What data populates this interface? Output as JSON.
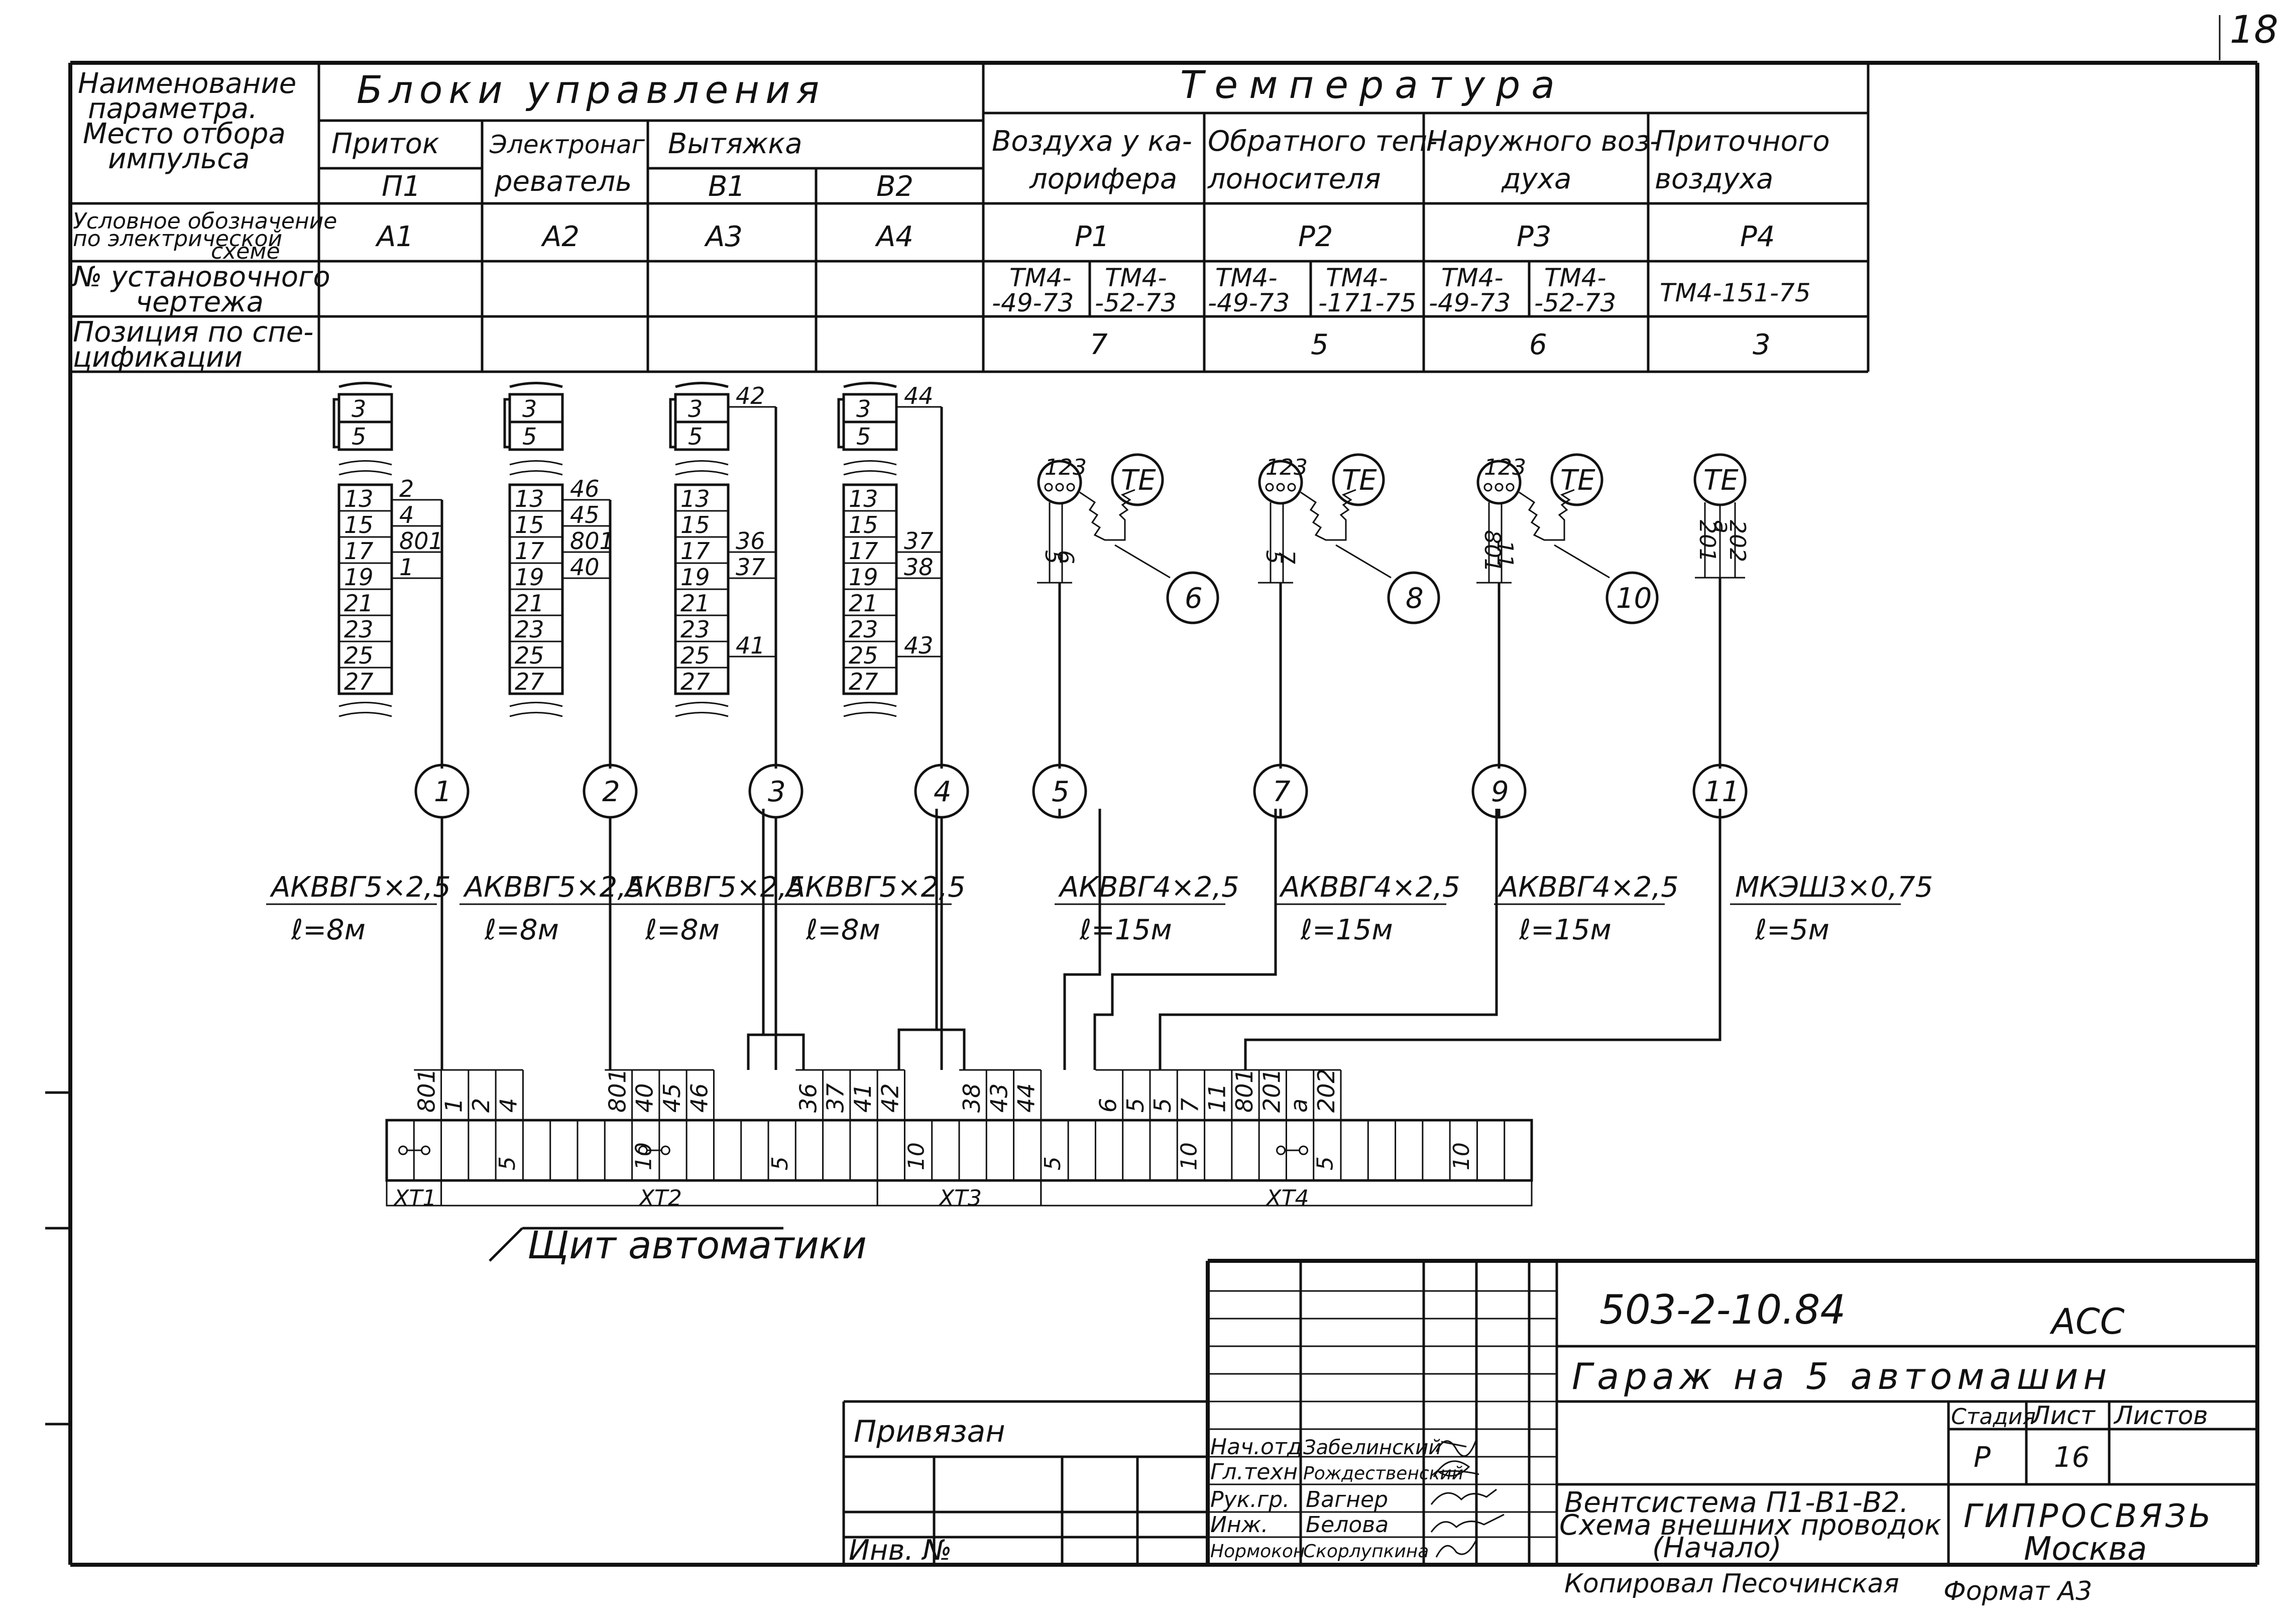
{
  "page_number": "18",
  "header_table": {
    "param_label": [
      "Наименование",
      "параметра.",
      "Место отбора",
      "импульса"
    ],
    "group_control": "Блоки управления",
    "group_temp": "Температура",
    "sub_pritok": "Приток",
    "sub_electro": [
      "Электронаг",
      "реватель"
    ],
    "sub_vytyazhka": "Вытяжка",
    "p1": "П1",
    "v1": "В1",
    "v2": "В2",
    "temp_cols": [
      [
        "Воздуха у ка-",
        "лорифера"
      ],
      [
        "Обратного теп-",
        "лоносителя"
      ],
      [
        "Наружного воз-",
        "духа"
      ],
      [
        "Приточного",
        "воздуха"
      ]
    ],
    "row_symbol_label": [
      "Условное обозначение",
      "по электрической",
      "схеме"
    ],
    "symbols": [
      "А1",
      "А2",
      "А3",
      "А4",
      "Р1",
      "Р2",
      "Р3",
      "Р4"
    ],
    "row_drawing_label": [
      "№ установочного",
      "чертежа"
    ],
    "drawings": [
      [
        "ТМ4-",
        "-49-73"
      ],
      [
        "ТМ4-",
        "-52-73"
      ],
      [
        "ТМ4-",
        "-49-73"
      ],
      [
        "ТМ4-",
        "-171-75"
      ],
      [
        "ТМ4-",
        "-49-73"
      ],
      [
        "ТМ4-",
        "-52-73"
      ],
      [
        "ТМ4-151-75"
      ]
    ],
    "row_position_label": [
      "Позиция по спе-",
      "цификации"
    ],
    "positions": [
      "7",
      "5",
      "6",
      "3"
    ]
  },
  "blocks": [
    {
      "top": [
        "3",
        "5"
      ],
      "terms": [
        "13",
        "15",
        "17",
        "19",
        "21",
        "23",
        "25",
        "27"
      ],
      "wires": [
        "2",
        "4",
        "801",
        "1"
      ],
      "wire_rows": [
        0,
        1,
        2,
        3
      ]
    },
    {
      "top": [
        "3",
        "5"
      ],
      "terms": [
        "13",
        "15",
        "17",
        "19",
        "21",
        "23",
        "25",
        "27"
      ],
      "wires": [
        "46",
        "45",
        "801",
        "40"
      ],
      "wire_rows": [
        0,
        1,
        2,
        3
      ]
    },
    {
      "top": [
        "3",
        "5"
      ],
      "terms": [
        "13",
        "15",
        "17",
        "19",
        "21",
        "23",
        "25",
        "27"
      ],
      "wires": [
        "42",
        "36",
        "37",
        "41"
      ],
      "wire_rows": [
        -1,
        2,
        3,
        6
      ]
    },
    {
      "top": [
        "3",
        "5"
      ],
      "terms": [
        "13",
        "15",
        "17",
        "19",
        "21",
        "23",
        "25",
        "27"
      ],
      "wires": [
        "44",
        "37",
        "38",
        "43"
      ],
      "wire_rows": [
        -1,
        2,
        3,
        6
      ]
    }
  ],
  "sensors": [
    {
      "pins": "123",
      "label": "TE",
      "wires": [
        "5",
        "6"
      ],
      "bubble": "6"
    },
    {
      "pins": "123",
      "label": "TE",
      "wires": [
        "5",
        "7"
      ],
      "bubble": "8"
    },
    {
      "pins": "123",
      "label": "TE",
      "wires": [
        "801",
        "11"
      ],
      "bubble": "10"
    },
    {
      "label": "TE",
      "wires": [
        "201",
        "a",
        "202"
      ]
    }
  ],
  "cables": [
    {
      "num": "1",
      "type": "АКВВГ5×2,5",
      "length": "ℓ=8м"
    },
    {
      "num": "2",
      "type": "АКВВГ5×2,5",
      "length": "ℓ=8м"
    },
    {
      "num": "3",
      "type": "АКВВГ5×2,5",
      "length": "ℓ=8м"
    },
    {
      "num": "4",
      "type": "АКВВГ5×2,5",
      "length": "ℓ=8м"
    },
    {
      "num": "5",
      "type": "АКВВГ4×2,5",
      "length": "ℓ=15м"
    },
    {
      "num": "7",
      "type": "АКВВГ4×2,5",
      "length": "ℓ=15м"
    },
    {
      "num": "9",
      "type": "АКВВГ4×2,5",
      "length": "ℓ=15м"
    },
    {
      "num": "11",
      "type": "МКЭШ3×0,75",
      "length": "ℓ=5м"
    }
  ],
  "terminal_labels": [
    "801",
    "1",
    "2",
    "4",
    "801",
    "40",
    "45",
    "46",
    "36",
    "37",
    "41",
    "42",
    "38",
    "43",
    "44",
    "6",
    "5",
    "5",
    "7",
    "11",
    "801",
    "201",
    "a",
    "202"
  ],
  "strip_numbers": [
    "5",
    "10",
    "5",
    "10",
    "5",
    "10",
    "5",
    "10"
  ],
  "strip_groups": [
    "ХТ1",
    "ХТ2",
    "ХТ3",
    "ХТ4"
  ],
  "panel_label": "Щит автоматики",
  "title_block": {
    "doc_code": "503-2-10.84",
    "mark": "АСС",
    "object": "Гараж на 5 автомашин",
    "stage_h": "Стадия",
    "sheet_h": "Лист",
    "sheets_h": "Листов",
    "stage": "Р",
    "sheet": "16",
    "sheet_title": [
      "Вентсистема П1-В1-В2.",
      "Схема внешних проводок",
      "(Начало)"
    ],
    "org": [
      "ГИПРОСВЯЗЬ",
      "Москва"
    ],
    "bound": "Привязан",
    "inv": "Инв. №",
    "roles": [
      "Нач.отд",
      "Гл.техн",
      "Рук.гр.",
      "Инж.",
      "Нормокон"
    ],
    "names": [
      "Забелинский",
      "Рождественский",
      "Вагнер",
      "Белова",
      "Скорлупкина"
    ],
    "copied": "Копировал Песочинская",
    "format": "Формат А3"
  }
}
